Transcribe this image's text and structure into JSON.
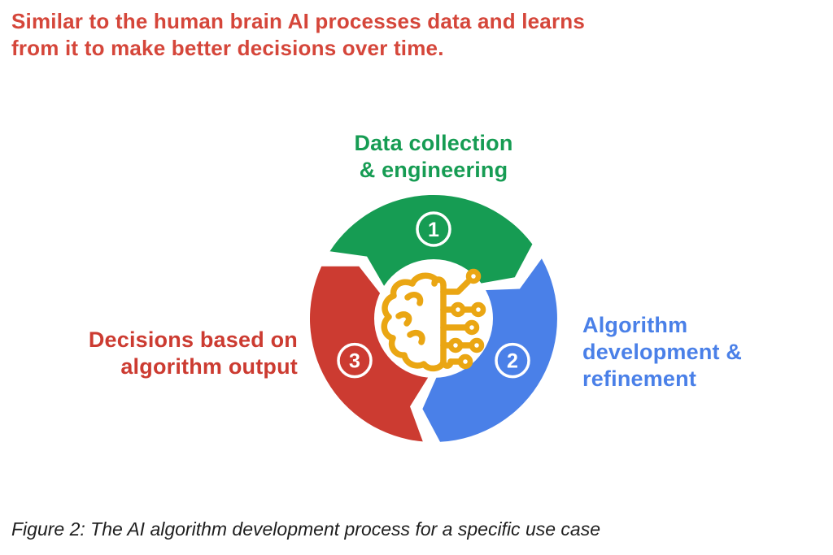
{
  "heading": {
    "text": "Similar to the human brain AI processes data and learns\nfrom it to make better decisions over time."
  },
  "diagram": {
    "type": "cycle",
    "direction": "clockwise",
    "center_icon": "brain-circuit-icon",
    "steps": [
      {
        "number": "1",
        "label": "Data collection\n& engineering",
        "color": "#169C53",
        "position": "top"
      },
      {
        "number": "2",
        "label": "Algorithm\ndevelopment &\nrefinement",
        "color": "#4A80E8",
        "position": "right"
      },
      {
        "number": "3",
        "label": "Decisions based on\nalgorithm output",
        "color": "#CC3B31",
        "position": "left"
      }
    ]
  },
  "caption": {
    "text": "Figure 2: The AI algorithm development process for a specific use case"
  },
  "colors": {
    "heading_red": "#D5463A",
    "green": "#169C53",
    "blue": "#4A80E8",
    "red": "#CC3B31",
    "brain_yellow": "#EAA613",
    "caption_dark": "#1F1F1F",
    "background": "#FFFFFF"
  }
}
